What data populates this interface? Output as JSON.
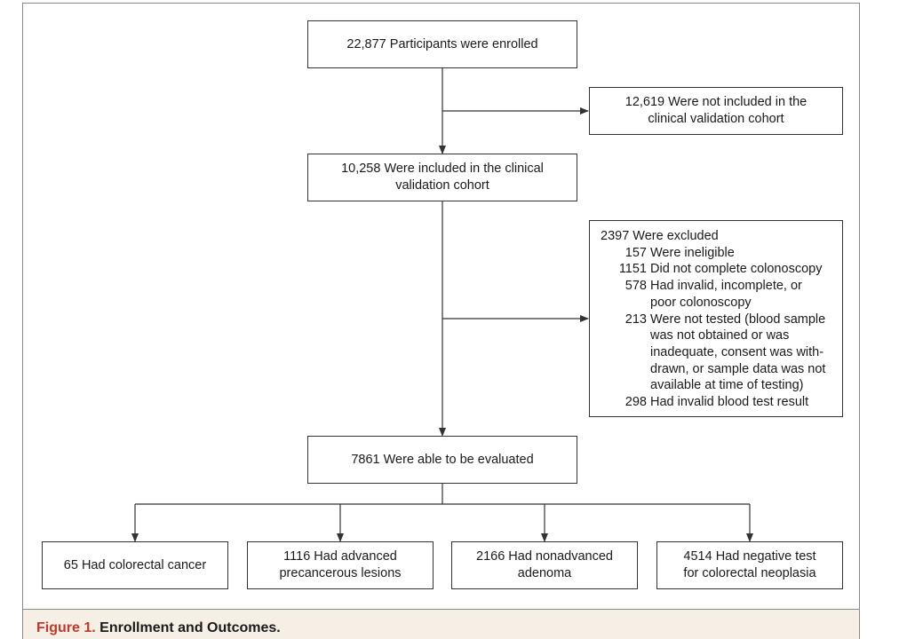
{
  "flowchart": {
    "enrolled": "22,877 Participants were enrolled",
    "not_included": "12,619 Were not included in the\nclinical validation cohort",
    "included": "10,258 Were included in the clinical\nvalidation cohort",
    "excluded": {
      "header": "2397 Were excluded",
      "items": [
        {
          "count": "157",
          "text": "Were ineligible"
        },
        {
          "count": "1151",
          "text": "Did not complete colonoscopy"
        },
        {
          "count": "578",
          "text": "Had invalid, incomplete, or\npoor colonoscopy"
        },
        {
          "count": "213",
          "text": "Were not tested (blood sample\nwas not obtained or was\ninadequate, consent was with-\ndrawn, or sample data was not\navailable at time of testing)"
        },
        {
          "count": "298",
          "text": "Had invalid blood test result"
        }
      ]
    },
    "evaluated": "7861 Were able to be evaluated",
    "outcomes": [
      "65 Had colorectal cancer",
      "1116 Had advanced\nprecancerous lesions",
      "2166 Had nonadvanced\nadenoma",
      "4514 Had negative test\nfor colorectal neoplasia"
    ]
  },
  "caption": {
    "label": "Figure 1.",
    "title": "Enrollment and Outcomes."
  },
  "colors": {
    "caption_label": "#c0392b",
    "caption_background": "#f5efe6"
  }
}
